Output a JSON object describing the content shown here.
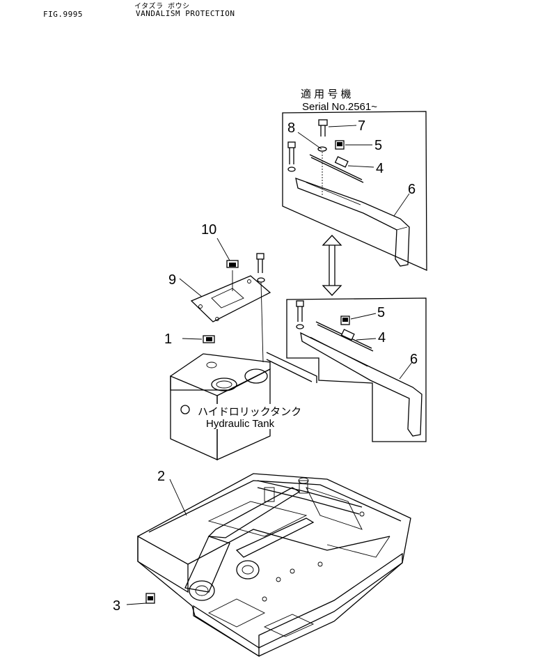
{
  "header": {
    "fig_number": "FIG.9995",
    "title_kana": "イタズラ ボウシ",
    "title_en": "VANDALISM PROTECTION"
  },
  "serial_box": {
    "heading_jp": "適 用 号 機",
    "heading_en": "Serial No.2561~"
  },
  "tank": {
    "label_jp": "ハイドロリックタンク",
    "label_en": "Hydraulic Tank"
  },
  "callouts": {
    "c1": "1",
    "c2": "2",
    "c3": "3",
    "c4_upper": "4",
    "c5_upper": "5",
    "c6_upper": "6",
    "c7": "7",
    "c8": "8",
    "c4_lower": "4",
    "c5_lower": "5",
    "c6_lower": "6",
    "c9": "9",
    "c10": "10"
  },
  "colors": {
    "ink": "#000000",
    "paper": "#ffffff"
  }
}
